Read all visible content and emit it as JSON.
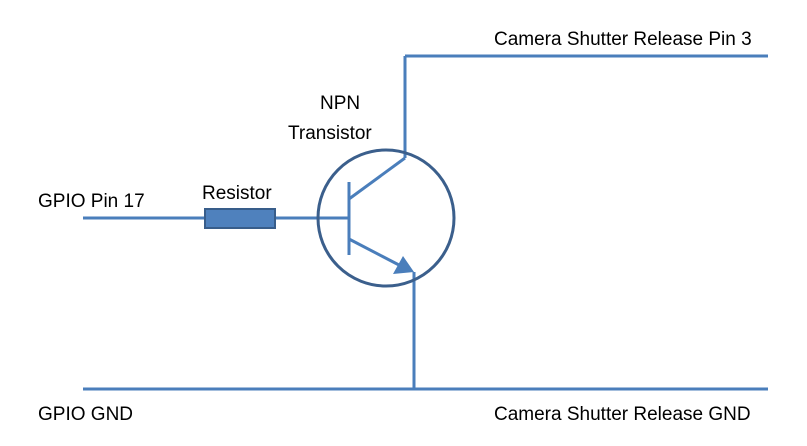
{
  "labels": {
    "gpio_pin": "GPIO Pin 17",
    "gpio_gnd": "GPIO GND",
    "resistor": "Resistor",
    "transistor_line1": "NPN",
    "transistor_line2": "Transistor",
    "camera_pin": "Camera Shutter Release Pin 3",
    "camera_gnd": "Camera Shutter Release GND"
  },
  "colors": {
    "wire": "#4a7ebb",
    "circle": "#3b5f8c",
    "resistor_fill": "#4f81bd",
    "resistor_stroke": "#385d8a"
  }
}
